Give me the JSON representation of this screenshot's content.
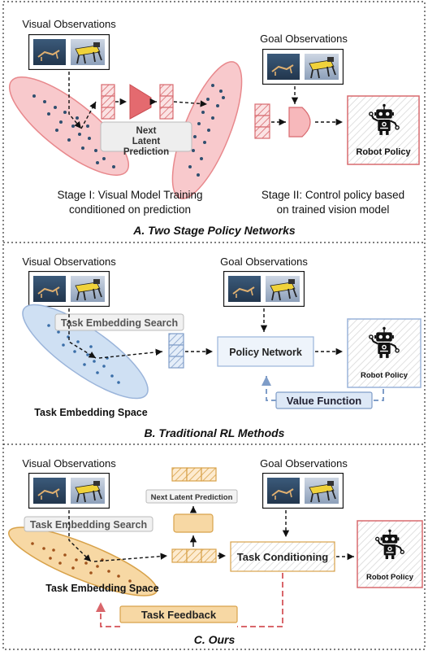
{
  "colors": {
    "red": "#e8888c",
    "red_fill": "#f8c9cc",
    "red_dark": "#d86a6f",
    "blue": "#9ab4da",
    "blue_fill": "#cfe0f3",
    "orange": "#d8a24a",
    "orange_fill": "#f7d8a4",
    "dashed_red": "#d9666b",
    "dashed_blue": "#7f9dc8"
  },
  "sections": {
    "a": {
      "title": "A. Two Stage Policy Networks",
      "visual_obs": "Visual Observations",
      "goal_obs": "Goal Observations",
      "next_latent_1": "Next",
      "next_latent_2": "Latent",
      "next_latent_3": "Prediction",
      "robot_policy": "Robot Policy",
      "stage1_line1": "Stage I: Visual Model Training",
      "stage1_line2": "conditioned on prediction",
      "stage2_line1": "Stage II: Control policy based",
      "stage2_line2": "on trained vision model"
    },
    "b": {
      "title": "B. Traditional RL Methods",
      "visual_obs": "Visual Observations",
      "goal_obs": "Goal Observations",
      "task_search": "Task Embedding Search",
      "policy_network": "Policy Network",
      "robot_policy": "Robot Policy",
      "value_function": "Value Function",
      "embedding_space": "Task Embedding Space"
    },
    "c": {
      "title": "C. Ours",
      "visual_obs": "Visual Observations",
      "goal_obs": "Goal Observations",
      "next_latent": "Next Latent Prediction",
      "task_search": "Task Embedding Search",
      "task_conditioning": "Task Conditioning",
      "robot_policy": "Robot Policy",
      "embedding_space": "Task Embedding Space",
      "task_feedback": "Task Feedback"
    }
  }
}
